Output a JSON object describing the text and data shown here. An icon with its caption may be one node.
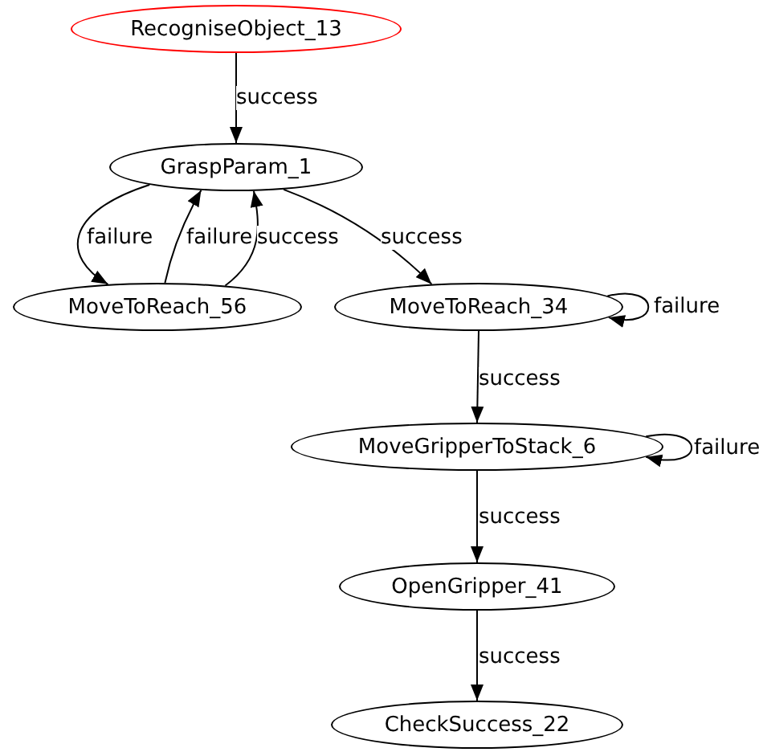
{
  "diagram": {
    "nodes": [
      {
        "text": [
          "RecogniseObject_13"
        ]
      },
      {
        "text": [
          "GraspParam_1"
        ]
      },
      {
        "text": [
          "MoveToReach_56"
        ]
      },
      {
        "text": [
          "MoveToReach_34"
        ]
      },
      {
        "text": [
          "MoveGripperToStack_6"
        ]
      },
      {
        "text": [
          "OpenGripper_41"
        ]
      },
      {
        "text": [
          "CheckSuccess_22"
        ]
      }
    ],
    "edges": [
      {
        "from": 0,
        "to": 1,
        "arrow": "to",
        "label": "success"
      },
      {
        "from": 1,
        "to": 2,
        "arrow": "to",
        "label": "failure"
      },
      {
        "from": 2,
        "to": 1,
        "arrow": "to",
        "label": "failure"
      },
      {
        "from": 2,
        "to": 1,
        "arrow": "to",
        "label": "success"
      },
      {
        "from": 1,
        "to": 3,
        "arrow": "to",
        "label": "success"
      },
      {
        "from": 3,
        "to": 3,
        "arrow": "to",
        "label": "failure"
      },
      {
        "from": 3,
        "to": 4,
        "arrow": "to",
        "label": "success"
      },
      {
        "from": 4,
        "to": 4,
        "arrow": "to",
        "label": "failure"
      },
      {
        "from": 4,
        "to": 5,
        "arrow": "to",
        "label": "success"
      },
      {
        "from": 5,
        "to": 6,
        "arrow": "to",
        "label": "success"
      }
    ]
  }
}
